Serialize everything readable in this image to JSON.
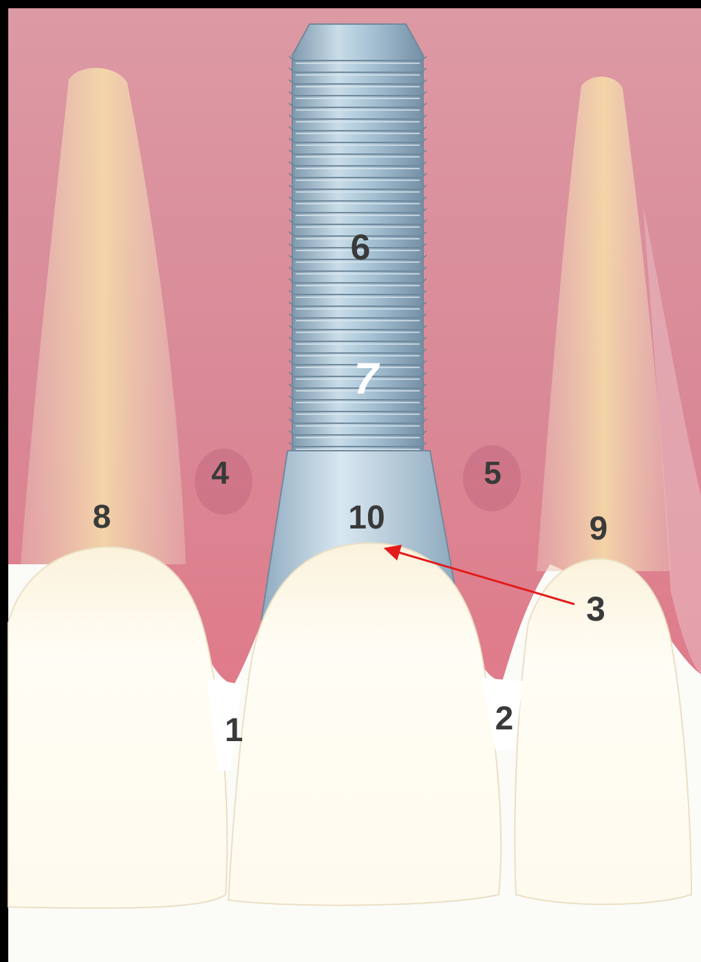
{
  "labels": {
    "l1": "1",
    "l2": "2",
    "l3": "3",
    "l4": "4",
    "l5": "5",
    "l6": "6",
    "l7": "7",
    "l8": "8",
    "l9": "9",
    "l10": "10"
  },
  "colors": {
    "frame": "#000000",
    "gum": "#d98b98",
    "gum_dark": "#c56f80",
    "bone_root": "#f3dfb8",
    "tooth": "#fffdf3",
    "implant": "#a9c6d8",
    "implant_dark": "#7f9db2",
    "label_dark": "#3a3a3a",
    "label_light": "#ffffff",
    "arrow": "#e31b1b"
  }
}
